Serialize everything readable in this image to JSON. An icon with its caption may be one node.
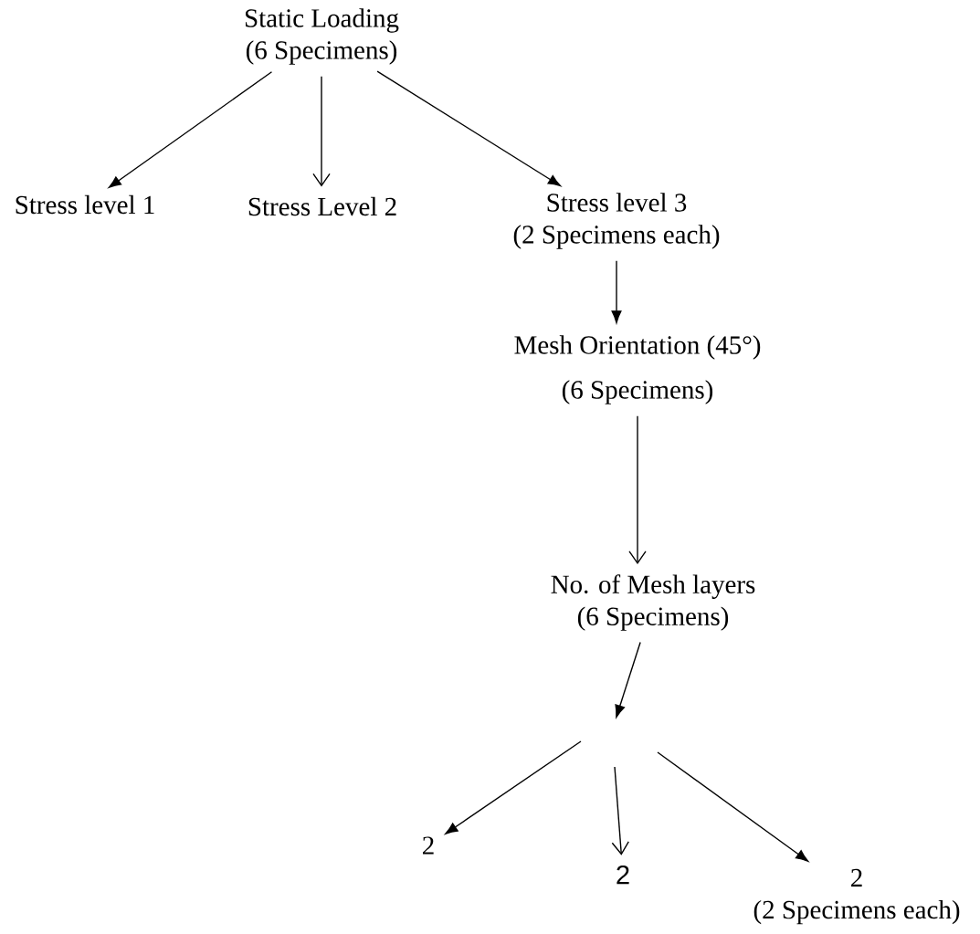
{
  "diagram": {
    "nodes": [
      {
        "text": [
          "Static Loading",
          "(6 Specimens)"
        ]
      },
      {
        "text": [
          "Stress level 1"
        ]
      },
      {
        "text": [
          "Stress Level 2"
        ]
      },
      {
        "text": [
          "Stress level 3",
          "(2 Specimens each)"
        ]
      },
      {
        "text": [
          "Mesh Orientation (45°)",
          "(6 Specimens)"
        ]
      },
      {
        "text": [
          "No. of Mesh layers",
          "(6 Specimens)"
        ]
      },
      {
        "text": [
          "2"
        ]
      },
      {
        "text": [
          "2"
        ]
      },
      {
        "text": [
          "2",
          "(2 Specimens each)"
        ]
      }
    ],
    "edges": [
      {
        "from": 0,
        "to": 1,
        "arrow": "to"
      },
      {
        "from": 0,
        "to": 2,
        "arrow": "to"
      },
      {
        "from": 0,
        "to": 3,
        "arrow": "to"
      },
      {
        "from": 3,
        "to": 4,
        "arrow": "to"
      },
      {
        "from": 4,
        "to": 5,
        "arrow": "to"
      },
      {
        "from": 5,
        "to": null,
        "arrow": "to"
      },
      {
        "from": null,
        "to": 6,
        "arrow": "to"
      },
      {
        "from": null,
        "to": 7,
        "arrow": "to"
      },
      {
        "from": null,
        "to": 8,
        "arrow": "to"
      }
    ]
  }
}
